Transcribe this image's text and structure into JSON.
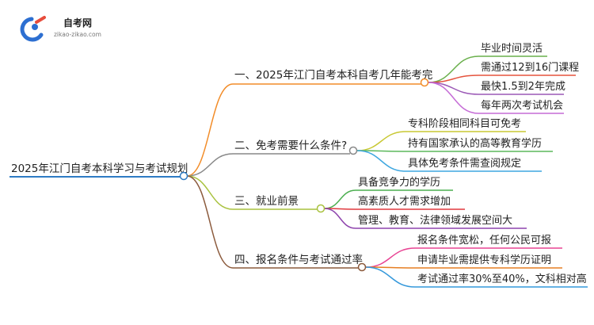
{
  "logo": {
    "title": "自考网",
    "url": "zikao-zikao.com"
  },
  "mindmap": {
    "root": "2025年江门自考本科学习与考试规划",
    "branches": [
      {
        "label": "一、2025年江门自考本科自考几年能考完",
        "color": "#f28c28",
        "children": [
          {
            "label": "毕业时间灵活",
            "color": "#6ab04c"
          },
          {
            "label": "需通过12到16门课程",
            "color": "#e5533d"
          },
          {
            "label": "最快1.5到2年完成",
            "color": "#9b59b6"
          },
          {
            "label": "每年两次考试机会",
            "color": "#c56cd6"
          }
        ]
      },
      {
        "label": "二、免考需要什么条件?",
        "color": "#888888",
        "children": [
          {
            "label": "专科阶段相同科目可免考",
            "color": "#c8c832"
          },
          {
            "label": "持有国家承认的高等教育学历",
            "color": "#5cb85c"
          },
          {
            "label": "具体免考条件需查阅规定",
            "color": "#3fa7e0"
          }
        ]
      },
      {
        "label": "三、就业前景",
        "color": "#a9c23f",
        "children": [
          {
            "label": "具备竞争力的学历",
            "color": "#4caf50"
          },
          {
            "label": "高素质人才需求增加",
            "color": "#e0393e"
          },
          {
            "label": "管理、教育、法律领域发展空间大",
            "color": "#8e44ad"
          }
        ]
      },
      {
        "label": "四、报名条件与考试通过率",
        "color": "#8b5a3c",
        "children": [
          {
            "label": "报名条件宽松，任何公民可报",
            "color": "#e84393"
          },
          {
            "label": "申请毕业需提供专科学历证明",
            "color": "#e67e22"
          },
          {
            "label": "考试通过率30%至40%，文科相对高",
            "color": "#3498db"
          }
        ]
      }
    ]
  }
}
